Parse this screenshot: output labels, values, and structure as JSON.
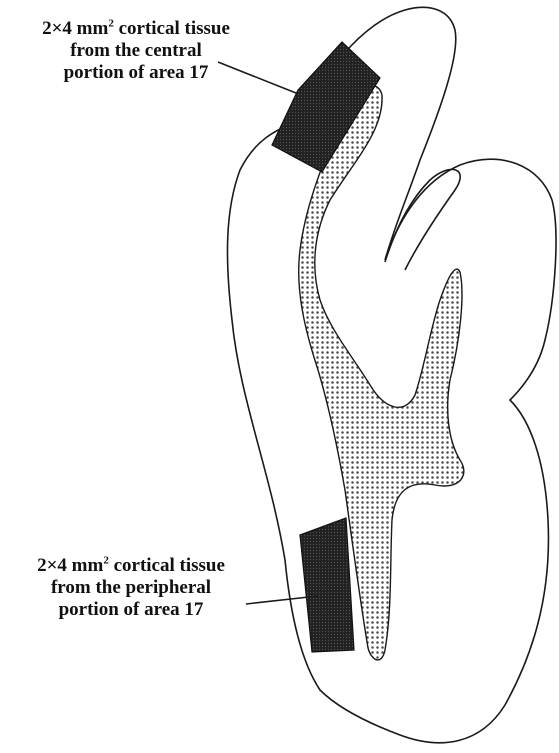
{
  "labels": {
    "central": {
      "line1_prefix": "2×4 mm",
      "line1_sup": "2",
      "line1_suffix": " cortical tissue",
      "line2": "from the central",
      "line3": "portion of area 17"
    },
    "peripheral": {
      "line1_prefix": "2×4 mm",
      "line1_sup": "2",
      "line1_suffix": " cortical tissue",
      "line2": "from the peripheral",
      "line3": "portion of area 17"
    }
  },
  "colors": {
    "outline": "#1a1a1a",
    "tissue_block": "#1e1e1e",
    "dotted_fill": "#9a9a9a",
    "background": "#ffffff"
  }
}
